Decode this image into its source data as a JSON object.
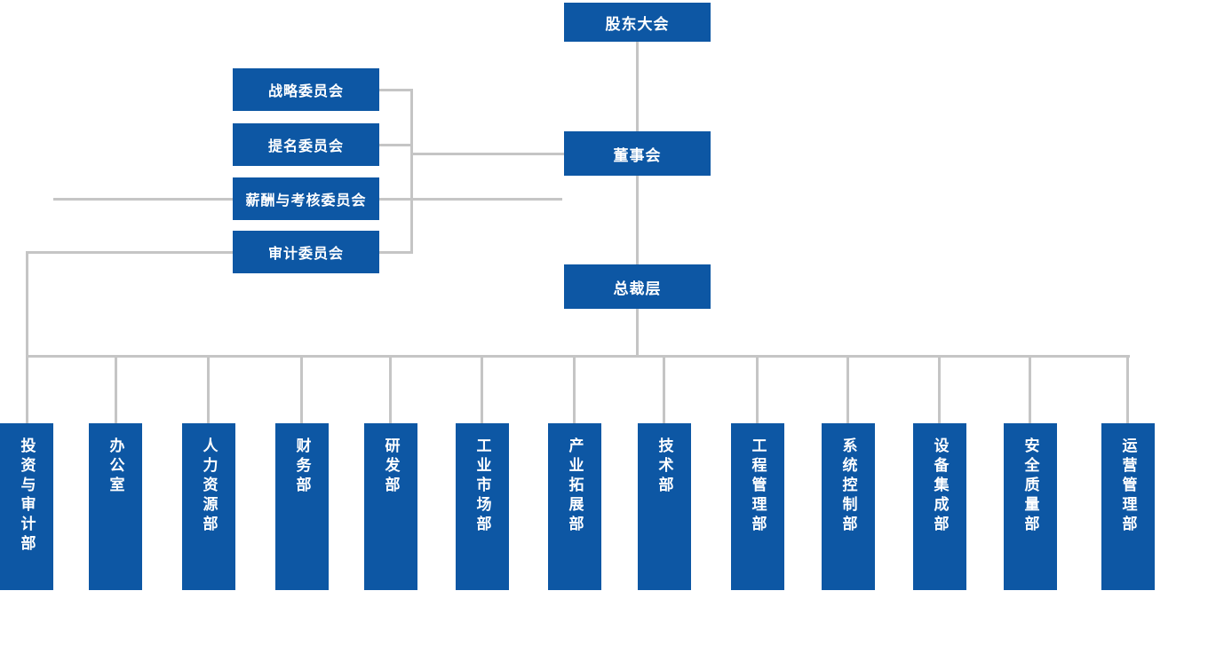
{
  "colors": {
    "node_fill": "#0d57a4",
    "node_text": "#ffffff",
    "connector": "#c5c5c5",
    "background": "#ffffff"
  },
  "org_chart": {
    "top_chain": {
      "shareholders": "股东大会",
      "board": "董事会",
      "president": "总裁层"
    },
    "committees": [
      "战略委员会",
      "提名委员会",
      "薪酬与考核委员会",
      "审计委员会"
    ],
    "departments": [
      "投资与审计部",
      "办公室",
      "人力资源部",
      "财务部",
      "研发部",
      "工业市场部",
      "产业拓展部",
      "技术部",
      "工程管理部",
      "系统控制部",
      "设备集成部",
      "安全质量部",
      "运营管理部"
    ]
  }
}
